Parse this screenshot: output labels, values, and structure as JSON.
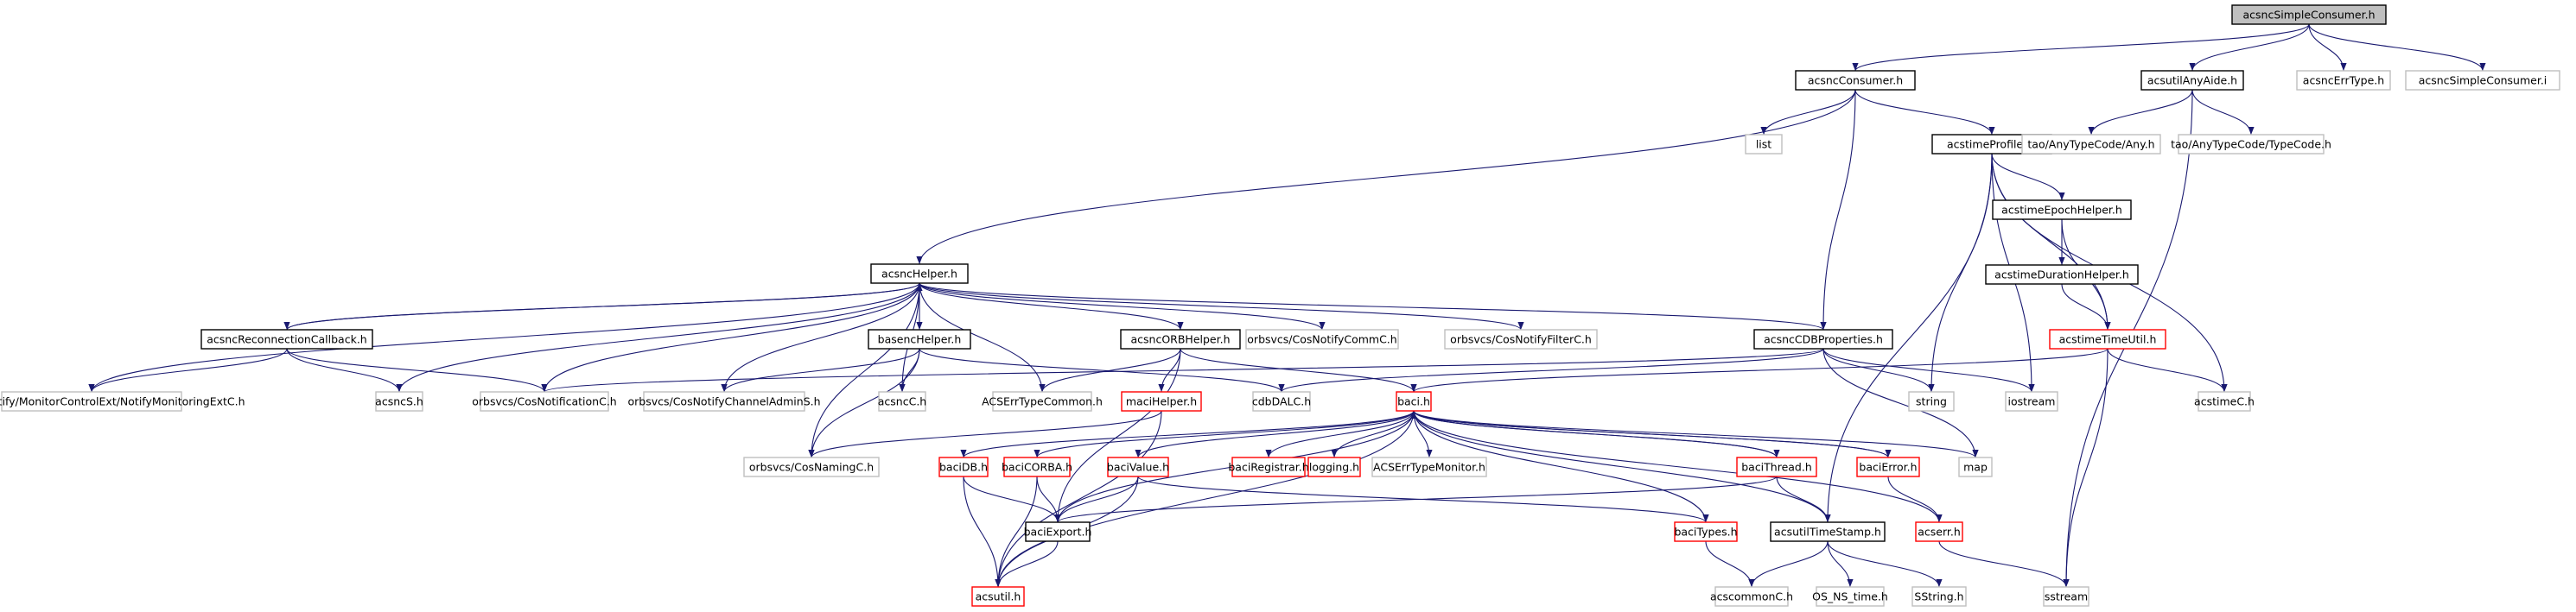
{
  "title": "acsncSimpleConsumer.h include dependency graph",
  "colors": {
    "edge": "#191970",
    "root_fill": "#bfbfbf",
    "documented_border": "#000000",
    "undocumented_border": "#bfbfbf",
    "incomplete_border": "#ff0000"
  },
  "nodes": [
    {
      "id": "root",
      "label": "acsncSimpleConsumer.h",
      "kind": "root"
    },
    {
      "id": "acsncConsumer",
      "label": "acsncConsumer.h",
      "kind": "documented"
    },
    {
      "id": "acsutilAnyAide",
      "label": "acsutilAnyAide.h",
      "kind": "documented"
    },
    {
      "id": "acsncErrType",
      "label": "acsncErrType.h",
      "kind": "external"
    },
    {
      "id": "acsncSimpleConsumerI",
      "label": "acsncSimpleConsumer.i",
      "kind": "external"
    },
    {
      "id": "list",
      "label": "list",
      "kind": "external"
    },
    {
      "id": "acstimeProfiler",
      "label": "acstimeProfiler.h",
      "kind": "documented"
    },
    {
      "id": "taoAny",
      "label": "tao/AnyTypeCode/Any.h",
      "kind": "external"
    },
    {
      "id": "taoTypeCode",
      "label": "tao/AnyTypeCode/TypeCode.h",
      "kind": "external"
    },
    {
      "id": "acstimeEpochHelper",
      "label": "acstimeEpochHelper.h",
      "kind": "documented"
    },
    {
      "id": "acstimeDurationHelper",
      "label": "acstimeDurationHelper.h",
      "kind": "documented"
    },
    {
      "id": "acsncHelper",
      "label": "acsncHelper.h",
      "kind": "documented"
    },
    {
      "id": "acsncReconnectionCallback",
      "label": "acsncReconnectionCallback.h",
      "kind": "documented"
    },
    {
      "id": "basencHelper",
      "label": "basencHelper.h",
      "kind": "documented"
    },
    {
      "id": "acsncORBHelper",
      "label": "acsncORBHelper.h",
      "kind": "documented"
    },
    {
      "id": "cosNotifyCommC",
      "label": "orbsvcs/CosNotifyCommC.h",
      "kind": "external"
    },
    {
      "id": "cosNotifyFilterC",
      "label": "orbsvcs/CosNotifyFilterC.h",
      "kind": "external"
    },
    {
      "id": "acsncCDBProperties",
      "label": "acsncCDBProperties.h",
      "kind": "documented"
    },
    {
      "id": "acstimeTimeUtil",
      "label": "acstimeTimeUtil.h",
      "kind": "incomplete"
    },
    {
      "id": "notifyMonitoring",
      "label": "orbsvcs/Notify/MonitorControlExt/NotifyMonitoringExtC.h",
      "kind": "external"
    },
    {
      "id": "acsncS",
      "label": "acsncS.h",
      "kind": "external"
    },
    {
      "id": "cosNotificationC",
      "label": "orbsvcs/CosNotificationC.h",
      "kind": "external"
    },
    {
      "id": "cosNotifyChannelAdminS",
      "label": "orbsvcs/CosNotifyChannelAdminS.h",
      "kind": "external"
    },
    {
      "id": "acsncC",
      "label": "acsncC.h",
      "kind": "external"
    },
    {
      "id": "acsErrTypeCommon",
      "label": "ACSErrTypeCommon.h",
      "kind": "external"
    },
    {
      "id": "maciHelper",
      "label": "maciHelper.h",
      "kind": "incomplete"
    },
    {
      "id": "cdbDALC",
      "label": "cdbDALC.h",
      "kind": "external"
    },
    {
      "id": "baci",
      "label": "baci.h",
      "kind": "incomplete"
    },
    {
      "id": "string",
      "label": "string",
      "kind": "external"
    },
    {
      "id": "iostream",
      "label": "iostream",
      "kind": "external"
    },
    {
      "id": "acstimeC",
      "label": "acstimeC.h",
      "kind": "external"
    },
    {
      "id": "cosNamingC",
      "label": "orbsvcs/CosNamingC.h",
      "kind": "external"
    },
    {
      "id": "baciDB",
      "label": "baciDB.h",
      "kind": "incomplete"
    },
    {
      "id": "baciCORBA",
      "label": "baciCORBA.h",
      "kind": "incomplete"
    },
    {
      "id": "baciValue",
      "label": "baciValue.h",
      "kind": "incomplete"
    },
    {
      "id": "baciRegistrar",
      "label": "baciRegistrar.h",
      "kind": "incomplete"
    },
    {
      "id": "logging",
      "label": "logging.h",
      "kind": "incomplete"
    },
    {
      "id": "acsErrTypeMonitor",
      "label": "ACSErrTypeMonitor.h",
      "kind": "external"
    },
    {
      "id": "baciThread",
      "label": "baciThread.h",
      "kind": "incomplete"
    },
    {
      "id": "baciError",
      "label": "baciError.h",
      "kind": "incomplete"
    },
    {
      "id": "map",
      "label": "map",
      "kind": "external"
    },
    {
      "id": "baciExport",
      "label": "baciExport.h",
      "kind": "documented"
    },
    {
      "id": "baciTypes",
      "label": "baciTypes.h",
      "kind": "incomplete"
    },
    {
      "id": "acsutilTimeStamp",
      "label": "acsutilTimeStamp.h",
      "kind": "documented"
    },
    {
      "id": "acserr",
      "label": "acserr.h",
      "kind": "incomplete"
    },
    {
      "id": "acsutil",
      "label": "acsutil.h",
      "kind": "incomplete"
    },
    {
      "id": "acscommonC",
      "label": "acscommonC.h",
      "kind": "external"
    },
    {
      "id": "osNsTime",
      "label": "OS_NS_time.h",
      "kind": "external"
    },
    {
      "id": "sstring",
      "label": "SString.h",
      "kind": "external"
    },
    {
      "id": "sstream",
      "label": "sstream",
      "kind": "external"
    }
  ],
  "edges": [
    [
      "root",
      "acsncConsumer"
    ],
    [
      "root",
      "acsutilAnyAide"
    ],
    [
      "root",
      "acsncErrType"
    ],
    [
      "root",
      "acsncSimpleConsumerI"
    ],
    [
      "acsncConsumer",
      "list"
    ],
    [
      "acsncConsumer",
      "acstimeProfiler"
    ],
    [
      "acsncConsumer",
      "acsncHelper"
    ],
    [
      "acsncConsumer",
      "acsncCDBProperties"
    ],
    [
      "acsutilAnyAide",
      "taoAny"
    ],
    [
      "acsutilAnyAide",
      "taoTypeCode"
    ],
    [
      "acsutilAnyAide",
      "sstream"
    ],
    [
      "acstimeProfiler",
      "acstimeEpochHelper"
    ],
    [
      "acstimeProfiler",
      "string"
    ],
    [
      "acstimeProfiler",
      "acstimeC"
    ],
    [
      "acstimeProfiler",
      "iostream"
    ],
    [
      "acstimeProfiler",
      "acsutilTimeStamp"
    ],
    [
      "acstimeProfiler",
      "acstimeTimeUtil"
    ],
    [
      "acstimeEpochHelper",
      "acstimeDurationHelper"
    ],
    [
      "acstimeEpochHelper",
      "acstimeTimeUtil"
    ],
    [
      "acstimeDurationHelper",
      "acstimeTimeUtil"
    ],
    [
      "acstimeTimeUtil",
      "baci"
    ],
    [
      "acstimeTimeUtil",
      "acstimeC"
    ],
    [
      "acstimeTimeUtil",
      "sstream"
    ],
    [
      "acsncHelper",
      "acsncReconnectionCallback"
    ],
    [
      "acsncHelper",
      "basencHelper"
    ],
    [
      "acsncHelper",
      "acsncORBHelper"
    ],
    [
      "acsncHelper",
      "cosNotifyCommC"
    ],
    [
      "acsncHelper",
      "cosNotifyFilterC"
    ],
    [
      "acsncHelper",
      "acsncCDBProperties"
    ],
    [
      "acsncHelper",
      "notifyMonitoring"
    ],
    [
      "acsncHelper",
      "acsncS"
    ],
    [
      "acsncHelper",
      "cosNotificationC"
    ],
    [
      "acsncHelper",
      "cosNotifyChannelAdminS"
    ],
    [
      "acsncHelper",
      "acsncC"
    ],
    [
      "acsncHelper",
      "acsErrTypeCommon"
    ],
    [
      "acsncHelper",
      "cosNamingC"
    ],
    [
      "acsncReconnectionCallback",
      "acsncHelper"
    ],
    [
      "acsncReconnectionCallback",
      "notifyMonitoring"
    ],
    [
      "acsncReconnectionCallback",
      "acsncS"
    ],
    [
      "acsncReconnectionCallback",
      "cosNotificationC"
    ],
    [
      "basencHelper",
      "acsncC"
    ],
    [
      "basencHelper",
      "cosNotifyChannelAdminS"
    ],
    [
      "basencHelper",
      "cosNamingC"
    ],
    [
      "basencHelper",
      "cdbDALC"
    ],
    [
      "acsncORBHelper",
      "acsErrTypeCommon"
    ],
    [
      "acsncORBHelper",
      "maciHelper"
    ],
    [
      "acsncORBHelper",
      "baci"
    ],
    [
      "acsncORBHelper",
      "baciExport"
    ],
    [
      "acsncCDBProperties",
      "cosNotificationC"
    ],
    [
      "acsncCDBProperties",
      "cdbDALC"
    ],
    [
      "acsncCDBProperties",
      "string"
    ],
    [
      "acsncCDBProperties",
      "iostream"
    ],
    [
      "acsncCDBProperties",
      "map"
    ],
    [
      "maciHelper",
      "cosNamingC"
    ],
    [
      "maciHelper",
      "acsutil"
    ],
    [
      "baci",
      "baciDB"
    ],
    [
      "baci",
      "baciCORBA"
    ],
    [
      "baci",
      "baciValue"
    ],
    [
      "baci",
      "baciRegistrar"
    ],
    [
      "baci",
      "logging"
    ],
    [
      "baci",
      "acsErrTypeMonitor"
    ],
    [
      "baci",
      "baciThread"
    ],
    [
      "baci",
      "baciError"
    ],
    [
      "baci",
      "map"
    ],
    [
      "baci",
      "baciTypes"
    ],
    [
      "baci",
      "acsutilTimeStamp"
    ],
    [
      "baci",
      "acserr"
    ],
    [
      "baci",
      "baciExport"
    ],
    [
      "baci",
      "acsutil"
    ],
    [
      "baciThread",
      "baci"
    ],
    [
      "baciError",
      "baci"
    ],
    [
      "baciDB",
      "baciExport"
    ],
    [
      "baciDB",
      "acsutil"
    ],
    [
      "baciCORBA",
      "baciExport"
    ],
    [
      "baciCORBA",
      "acsutil"
    ],
    [
      "baciValue",
      "baciExport"
    ],
    [
      "baciValue",
      "acsutil"
    ],
    [
      "baciValue",
      "baciTypes"
    ],
    [
      "baciThread",
      "baciExport"
    ],
    [
      "baciThread",
      "acsutilTimeStamp"
    ],
    [
      "baciError",
      "acserr"
    ],
    [
      "baciExport",
      "acsutil"
    ],
    [
      "baciTypes",
      "acscommonC"
    ],
    [
      "acsutilTimeStamp",
      "acscommonC"
    ],
    [
      "acsutilTimeStamp",
      "osNsTime"
    ],
    [
      "acsutilTimeStamp",
      "sstring"
    ],
    [
      "acserr",
      "sstream"
    ]
  ]
}
